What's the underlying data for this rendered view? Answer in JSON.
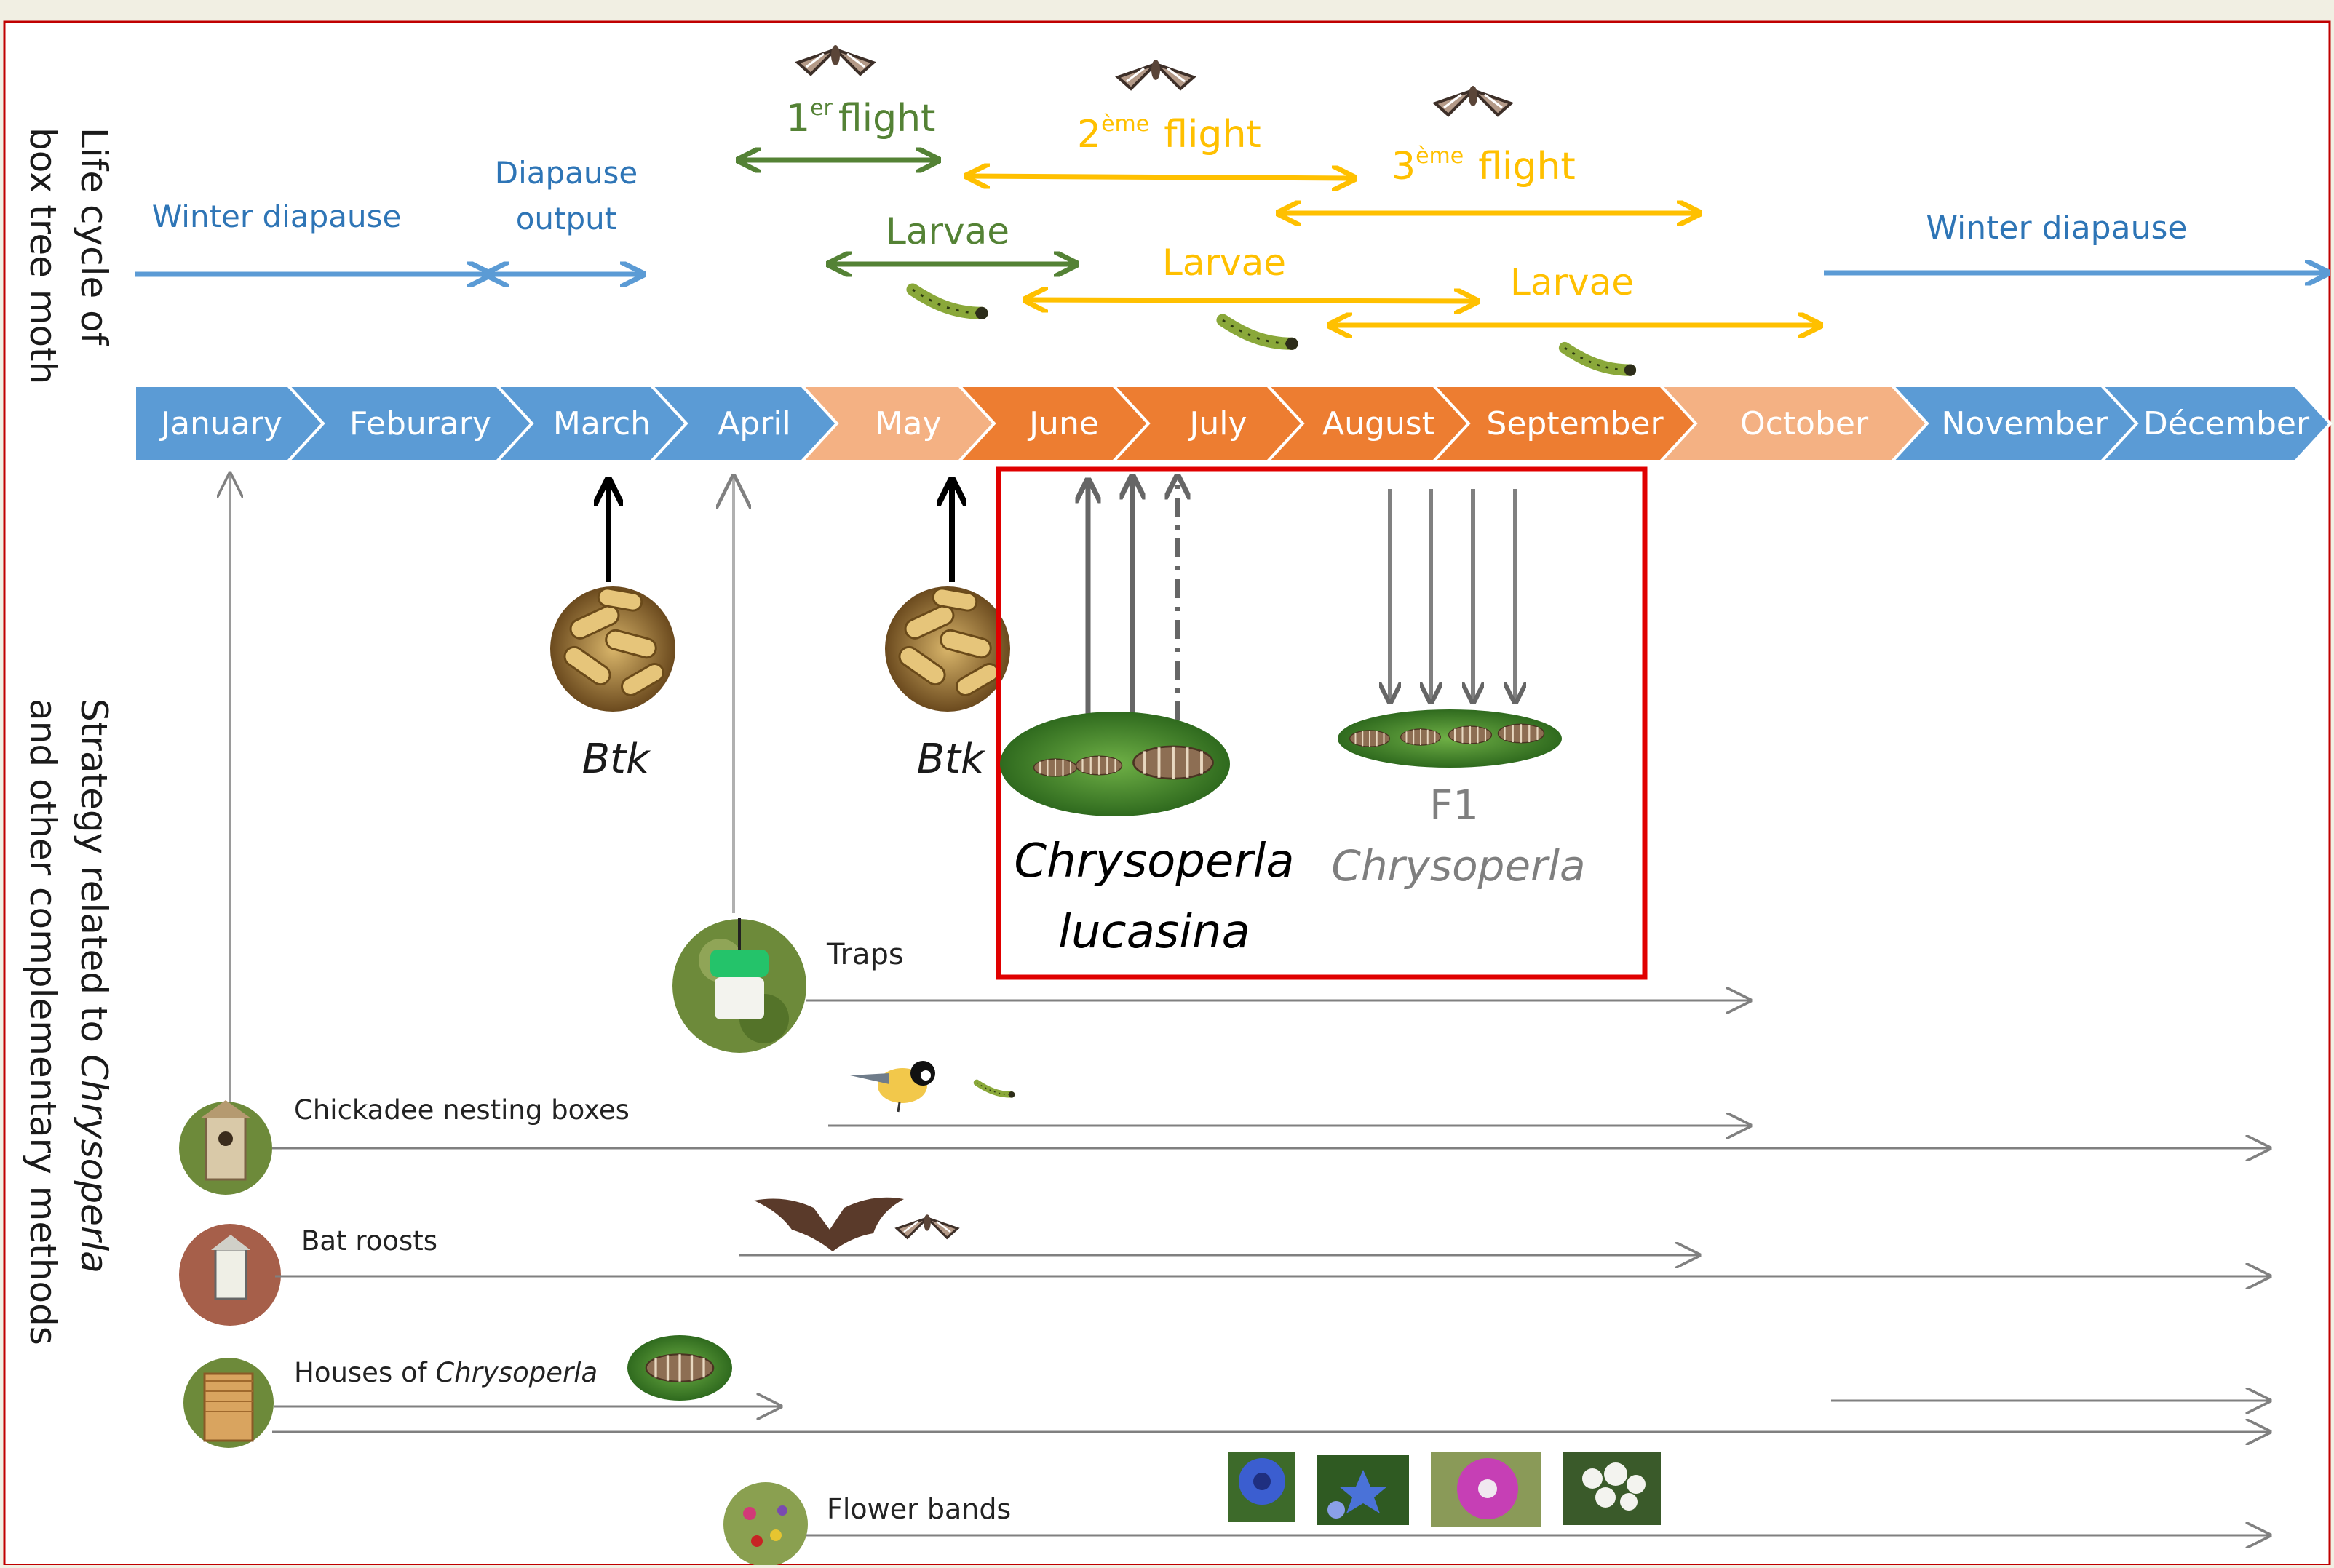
{
  "side_labels": {
    "life_cycle": [
      "Life cycle of",
      "box tree moth"
    ],
    "strategy_line1_prefix": "Strategy related to ",
    "strategy_line1_italic": "Chrysoperla",
    "strategy_line2": "and other complementary methods"
  },
  "months": [
    "January",
    "Feburary",
    "March",
    "April",
    "May",
    "June",
    "July",
    "August",
    "September",
    "October",
    "November",
    "Décember"
  ],
  "lifecycle": {
    "winter_diapause_1": "Winter diapause",
    "diapause_output": [
      "Diapause",
      "output"
    ],
    "flight1": {
      "num": "1",
      "sup": "er",
      "word": "flight"
    },
    "flight2": {
      "num": "2",
      "sup": "ème",
      "word": "flight"
    },
    "flight3": {
      "num": "3",
      "sup": "ème",
      "word": "flight"
    },
    "larvae": "Larvae",
    "winter_diapause_2": "Winter diapause"
  },
  "treatments": {
    "btk": "Btk",
    "chrysoperla_lucasina": [
      "Chrysoperla",
      "lucasina"
    ],
    "f1": "F1",
    "f1_chrysoperla": "Chrysoperla"
  },
  "methods": {
    "traps": "Traps",
    "chickadee": "Chickadee nesting boxes",
    "bat_roosts": "Bat roosts",
    "houses_prefix": "Houses of ",
    "houses_italic": "Chrysoperla",
    "flower_bands": "Flower bands"
  },
  "colors": {
    "blue": "#5b9bd5",
    "green": "#548235",
    "yellow": "#ffc000",
    "light_orange": "#f4b183",
    "orange": "#ed7d31",
    "red_box": "#e00000",
    "grey": "#808080"
  },
  "icons": [
    "moth-icon",
    "caterpillar-icon",
    "bacteria-icon",
    "lacewing-larva-icon",
    "trap-icon",
    "titmouse-icon",
    "nest-box-icon",
    "bat-icon",
    "bat-roost-icon",
    "lacewing-house-icon",
    "cornflower-icon",
    "borage-icon",
    "corncockle-icon",
    "yarrow-icon",
    "flower-band-icon"
  ]
}
